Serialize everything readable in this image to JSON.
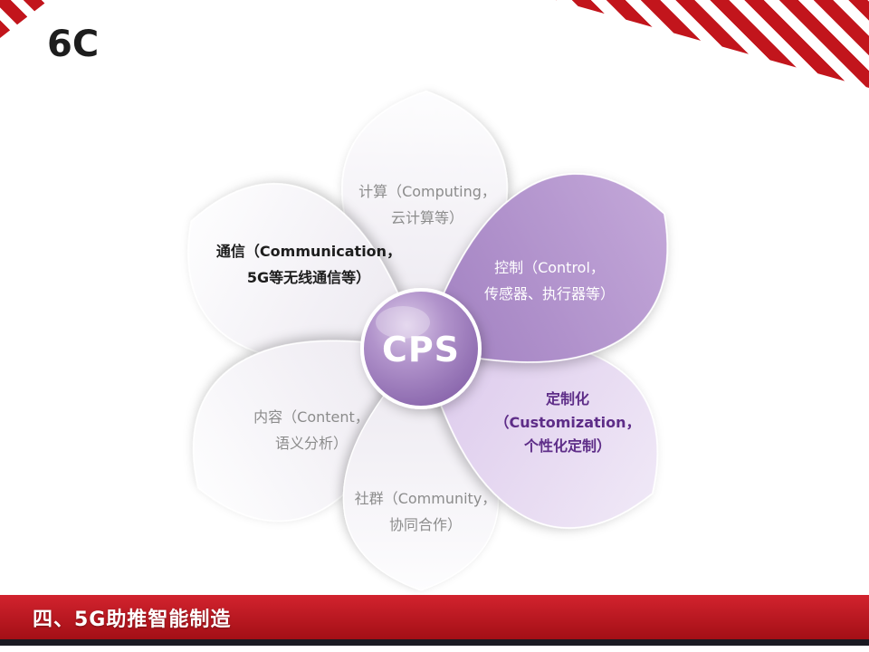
{
  "slide": {
    "title": "6C",
    "footer_title": "四、5G助推智能制造"
  },
  "diagram": {
    "center_label": "CPS",
    "petals": [
      {
        "name": "computing",
        "lines": [
          "计算（Computing，",
          "云计算等）"
        ]
      },
      {
        "name": "communication",
        "lines": [
          "通信（Communication，",
          "5G等无线通信等）"
        ]
      },
      {
        "name": "control",
        "lines": [
          "控制（Control，",
          "传感器、执行器等）"
        ]
      },
      {
        "name": "content",
        "lines": [
          "内容（Content，",
          "语义分析）"
        ]
      },
      {
        "name": "customization",
        "lines": [
          "定制化",
          "（Customization，",
          "个性化定制）"
        ]
      },
      {
        "name": "community",
        "lines": [
          "社群（Community，",
          "协同合作）"
        ]
      }
    ]
  },
  "colors": {
    "accent-red": "#c2151c",
    "footer-red-top": "#d2232e",
    "footer-red-bottom": "#a30f16",
    "footer-strip": "#1a1a22",
    "purple-petal": "#b394cd",
    "lavender-petal": "#e6d8f0",
    "purple-text": "#5e2d88",
    "gray-text": "#8c8c8c",
    "dark-text": "#1d1d1d",
    "ball-purple": "#9271b4"
  }
}
